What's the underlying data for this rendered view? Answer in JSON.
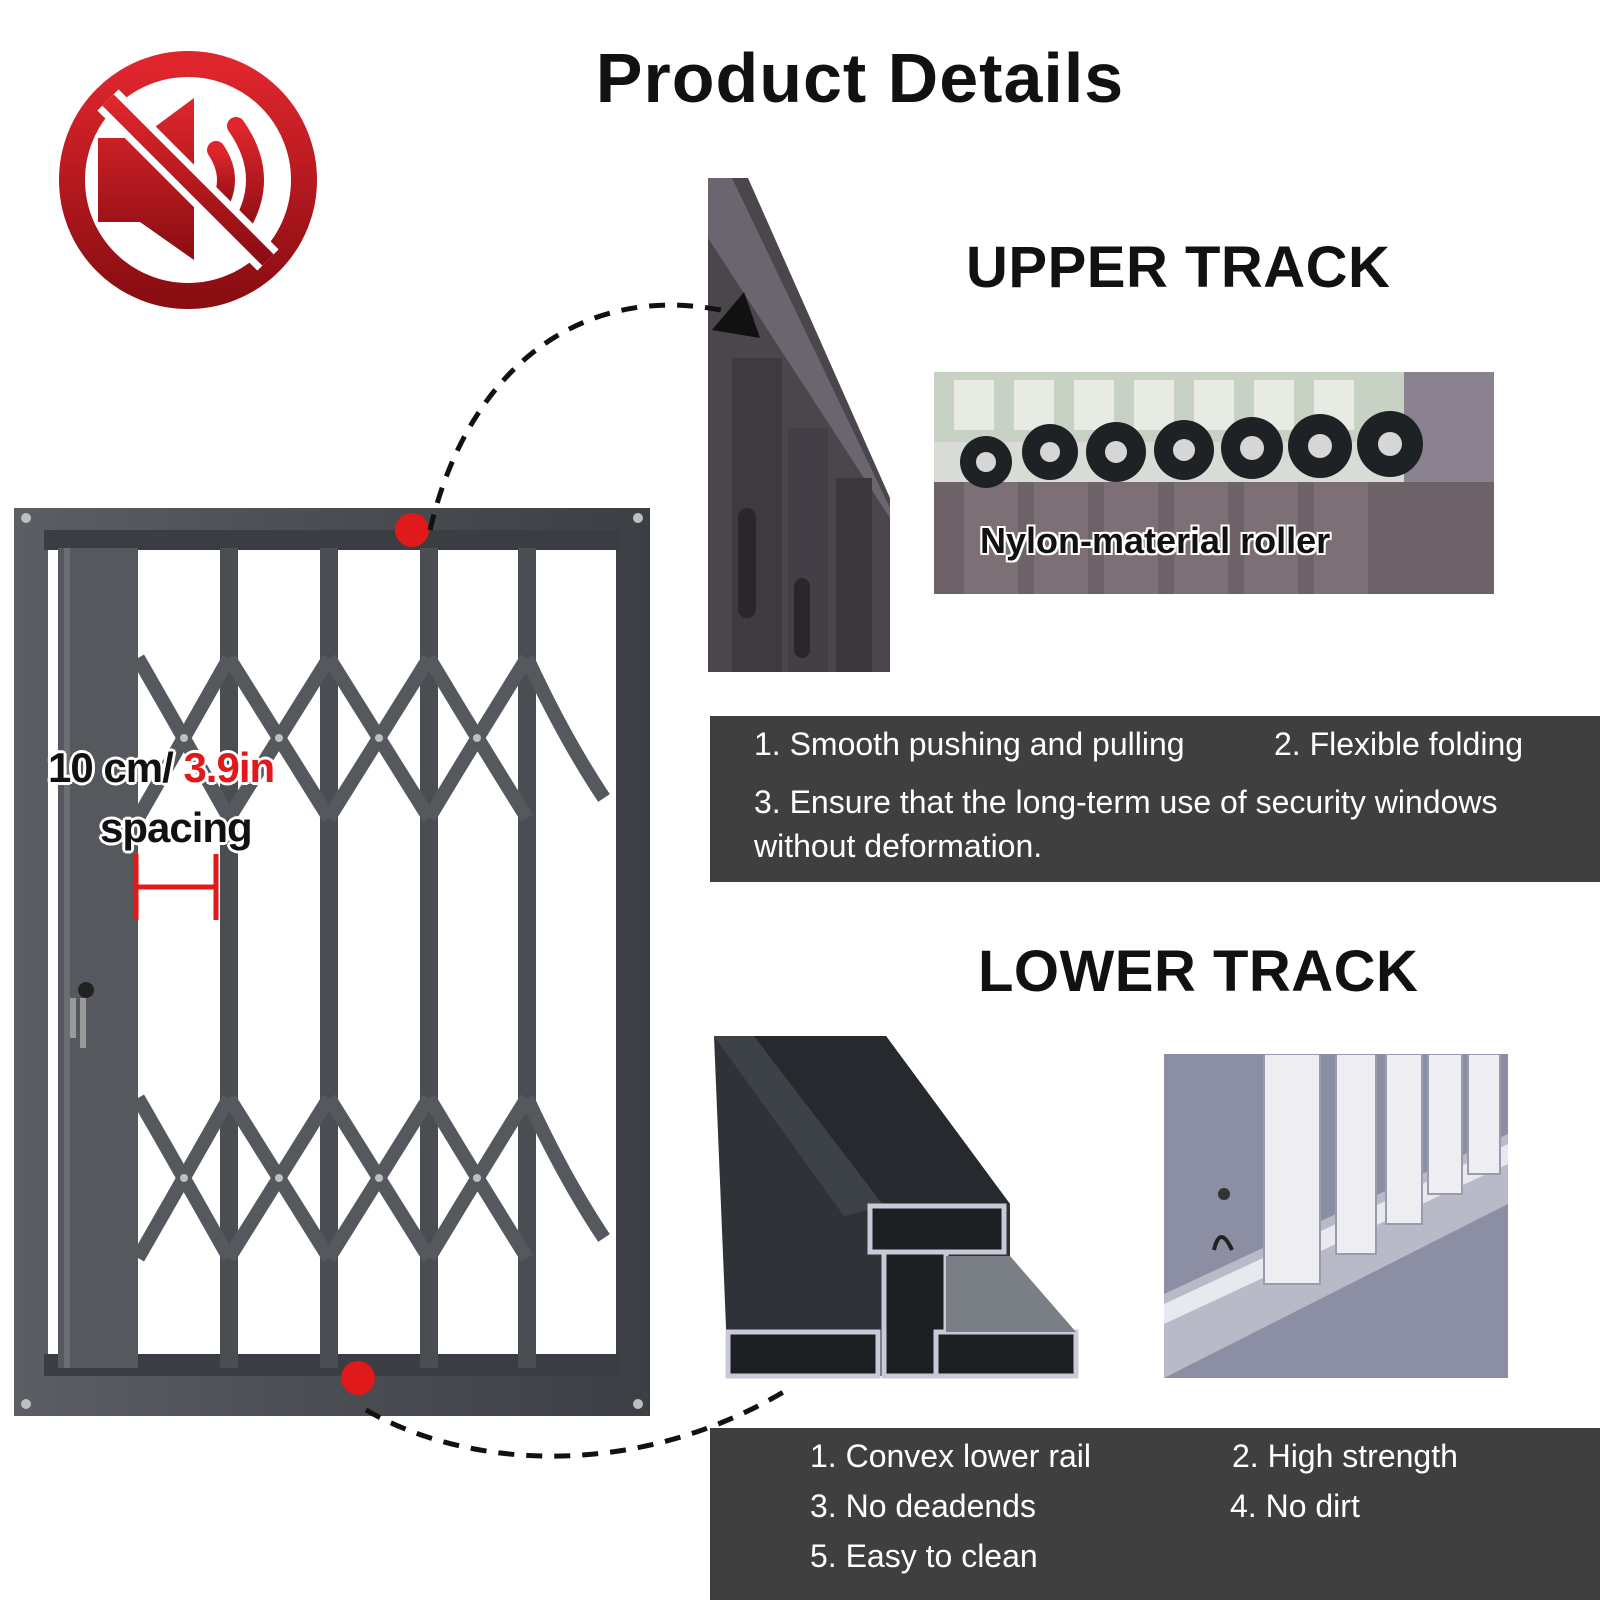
{
  "page": {
    "title": "Product Details"
  },
  "badges": {
    "no_sound_icon": "muted-speaker-icon"
  },
  "upper_track": {
    "heading": "UPPER TRACK",
    "roller_label": "Nylon-material roller",
    "features": [
      "1. Smooth pushing and pulling",
      "2. Flexible folding",
      "3. Ensure that the long-term use of security windows",
      "without deformation."
    ]
  },
  "lower_track": {
    "heading": "LOWER TRACK",
    "features": [
      "1. Convex lower rail",
      "2.  High strength",
      "3. No deadends",
      "4. No dirt",
      "5. Easy to clean"
    ]
  },
  "spacing": {
    "metric": "10 cm/ ",
    "imperial": "3.9in",
    "label": "spacing"
  },
  "colors": {
    "accent_red": "#e01a1a",
    "badge_red": "#b3141c",
    "feature_box": "#3f3f3f",
    "frame": "#4a4d52"
  }
}
